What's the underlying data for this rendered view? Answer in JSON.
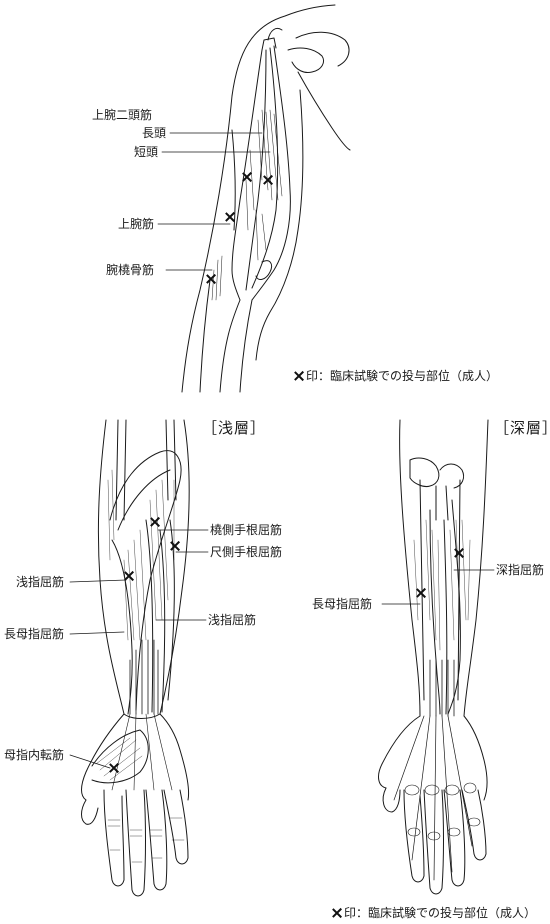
{
  "upper_figure": {
    "labels": {
      "biceps": "上腕二頭筋",
      "long_head": "長頭",
      "short_head": "短頭",
      "brachialis": "上腕筋",
      "brachioradialis": "腕橈骨筋"
    },
    "legend": "印：臨床試験での投与部位（成人）"
  },
  "superficial_figure": {
    "heading": "［浅層］",
    "labels": {
      "fcr": "橈側手根屈筋",
      "fcu": "尺側手根屈筋",
      "fds_left": "浅指屈筋",
      "fpl": "長母指屈筋",
      "fds_right": "浅指屈筋",
      "adductor_pollicis": "母指内転筋"
    }
  },
  "deep_figure": {
    "heading": "［深層］",
    "labels": {
      "fdp": "深指屈筋",
      "fpl": "長母指屈筋"
    }
  },
  "bottom_legend": "印：臨床試験での投与部位（成人）",
  "colors": {
    "line": "#1a1a1a",
    "marker": "#111111",
    "background": "#ffffff"
  },
  "icons": {
    "marker": "x-mark-icon"
  }
}
